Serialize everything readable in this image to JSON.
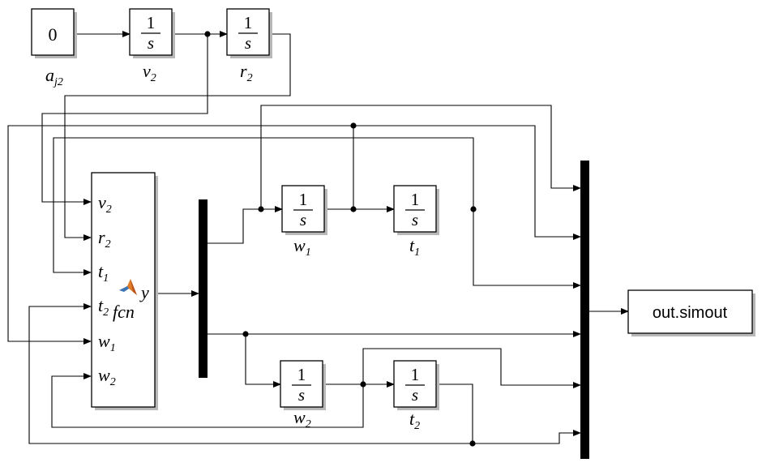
{
  "constant": {
    "value": "0",
    "label_main": "a",
    "label_sub": "j2"
  },
  "integrators": [
    {
      "id": "v2",
      "num": "1",
      "den": "s",
      "label_main": "v",
      "label_sub": "2"
    },
    {
      "id": "r2",
      "num": "1",
      "den": "s",
      "label_main": "r",
      "label_sub": "2"
    },
    {
      "id": "w1",
      "num": "1",
      "den": "s",
      "label_main": "w",
      "label_sub": "1"
    },
    {
      "id": "t1",
      "num": "1",
      "den": "s",
      "label_main": "t",
      "label_sub": "1"
    },
    {
      "id": "w2",
      "num": "1",
      "den": "s",
      "label_main": "w",
      "label_sub": "2"
    },
    {
      "id": "t2",
      "num": "1",
      "den": "s",
      "label_main": "t",
      "label_sub": "2"
    }
  ],
  "fcn": {
    "name": "fcn",
    "output_port": "y",
    "inputs": [
      {
        "main": "v",
        "sub": "2"
      },
      {
        "main": "r",
        "sub": "2"
      },
      {
        "main": "t",
        "sub": "1"
      },
      {
        "main": "t",
        "sub": "2"
      },
      {
        "main": "w",
        "sub": "1"
      },
      {
        "main": "w",
        "sub": "2"
      }
    ]
  },
  "output_block": {
    "label": "out.simout"
  },
  "colors": {
    "line": "#000000",
    "shadow": "#b8b8b8",
    "matlab_icon": "#e07b28"
  }
}
